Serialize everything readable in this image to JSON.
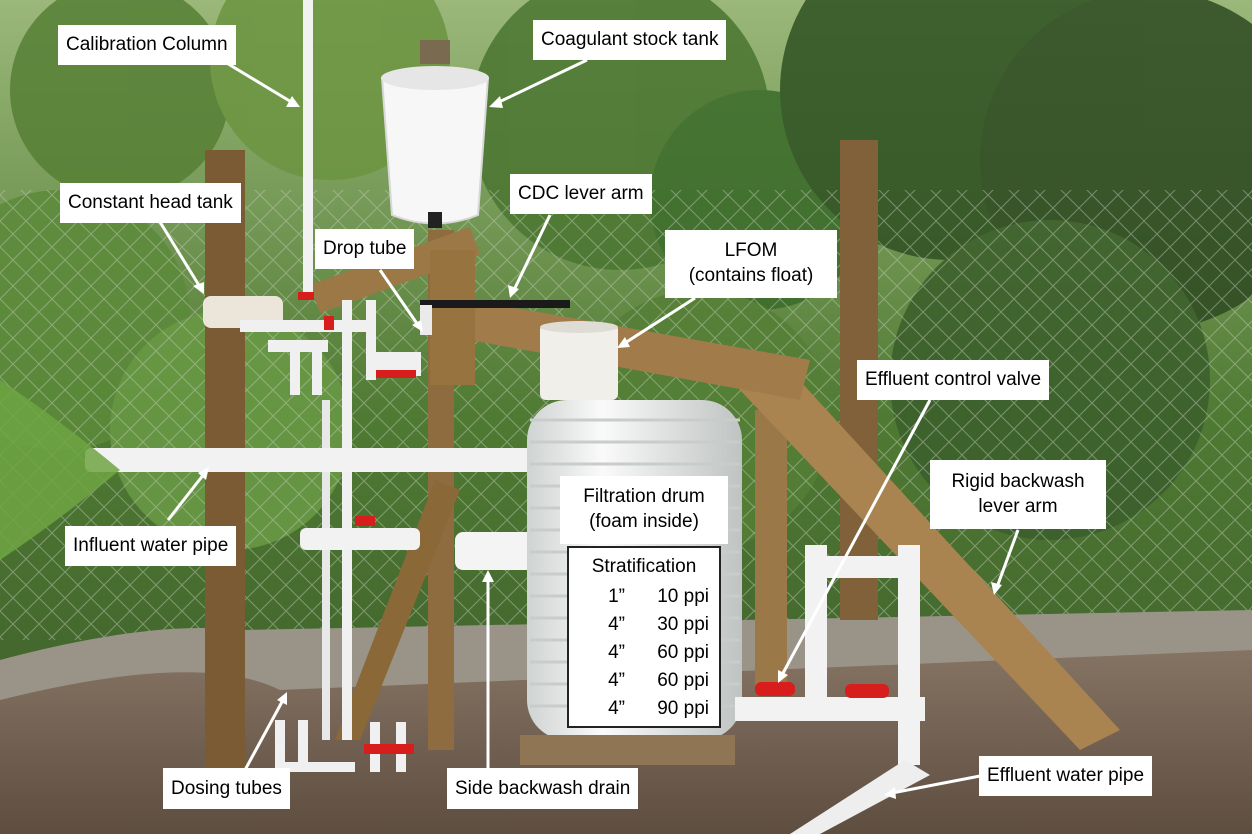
{
  "labels": {
    "calibration_column": "Calibration Column",
    "coagulant_stock_tank": "Coagulant stock tank",
    "constant_head_tank": "Constant head tank",
    "cdc_lever_arm": "CDC lever arm",
    "drop_tube": "Drop tube",
    "lfom_line1": "LFOM",
    "lfom_line2": "(contains float)",
    "effluent_control_valve": "Effluent control valve",
    "rigid_backwash_line1": "Rigid backwash",
    "rigid_backwash_line2": "lever arm",
    "filtration_drum_line1": "Filtration drum",
    "filtration_drum_line2": "(foam inside)",
    "influent_water_pipe": "Influent water pipe",
    "dosing_tubes": "Dosing tubes",
    "side_backwash_drain": "Side backwash drain",
    "effluent_water_pipe": "Effluent water pipe"
  },
  "stratification": {
    "title": "Stratification",
    "layers": [
      {
        "thickness": "1”",
        "ppi": "10 ppi"
      },
      {
        "thickness": "4”",
        "ppi": "30 ppi"
      },
      {
        "thickness": "4”",
        "ppi": "60 ppi"
      },
      {
        "thickness": "4”",
        "ppi": "60 ppi"
      },
      {
        "thickness": "4”",
        "ppi": "90 ppi"
      }
    ]
  },
  "colors": {
    "foliage": "#3f6b2a",
    "wood": "#8a6a3e",
    "pvc": "#eef0ee",
    "valve_red": "#d81d1d",
    "ground": "#6b5a48",
    "arrow": "#ffffff"
  }
}
